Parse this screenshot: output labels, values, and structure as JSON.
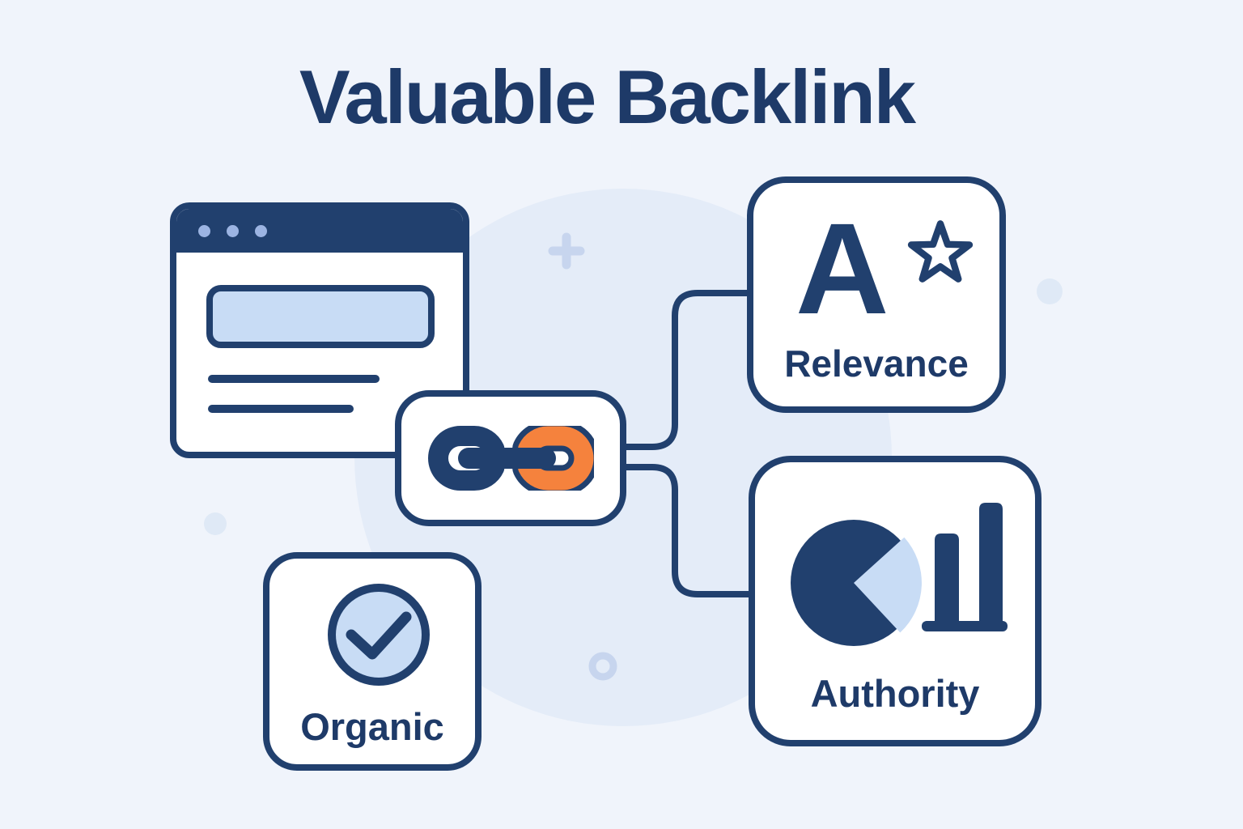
{
  "title": "Valuable Backlink",
  "diagram": {
    "source_page": {
      "name": "webpage-with-link",
      "window_dots_count": 3,
      "input_box": "empty highlighted field",
      "text_lines_count": 2
    },
    "link_badge": {
      "icon": "chain-link-icon"
    },
    "factors": [
      {
        "id": "relevance",
        "label": "Relevance",
        "grade_letter": "A",
        "icon": "star-icon"
      },
      {
        "id": "authority",
        "label": "Authority",
        "icon": "pie-and-bar-chart-icon"
      },
      {
        "id": "organic",
        "label": "Organic",
        "icon": "checkmark-icon"
      }
    ]
  },
  "decorations": [
    "background-circle",
    "plus-mark",
    "ring-mark",
    "soft-dot-left",
    "soft-dot-right"
  ],
  "colors": {
    "navy": "#21406e",
    "navy_text": "#1e3a68",
    "orange": "#f5823d",
    "light_blue": "#c8dcf5",
    "dot_blue": "#9cb4e2",
    "bg": "#f0f4fb",
    "bg_circle": "#e4ecf8",
    "card_bg": "#ffffff"
  }
}
